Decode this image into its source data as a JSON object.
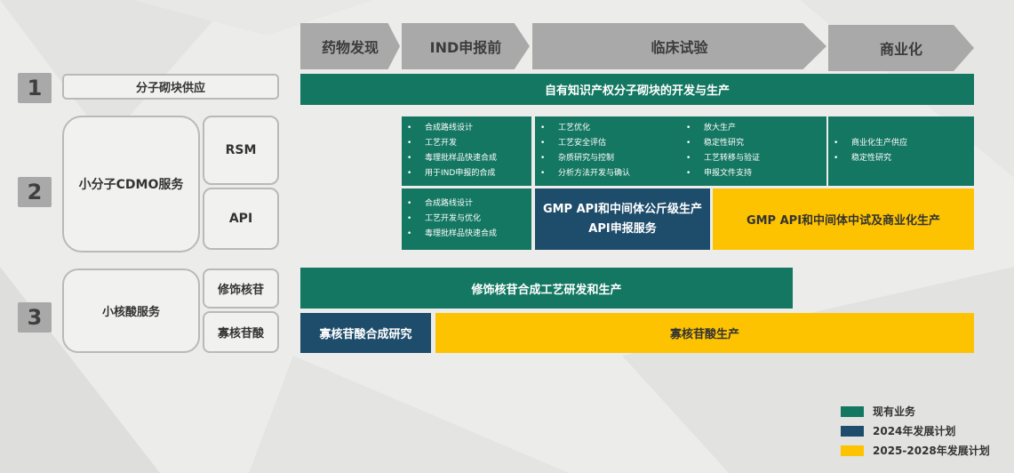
{
  "phases": [
    "药物发现",
    "IND申报前",
    "临床试验",
    "商业化"
  ],
  "rows": [
    {
      "number": "1",
      "label": "分子砌块供应",
      "bar": "自有知识产权分子砌块的开发与生产"
    },
    {
      "number": "2",
      "label": "小分子CDMO服务",
      "sub": [
        "RSM",
        "API"
      ],
      "rsm": {
        "col1": [
          "合成路线设计",
          "工艺开发",
          "毒理批样品快速合成",
          "用于IND申报的合成"
        ],
        "col2a": [
          "工艺优化",
          "工艺安全评估",
          "杂质研究与控制",
          "分析方法开发与确认"
        ],
        "col2b": [
          "放大生产",
          "稳定性研究",
          "工艺转移与验证",
          "申报文件支持"
        ],
        "col3": [
          "商业化生产供应",
          "稳定性研究"
        ]
      },
      "api": {
        "col1": [
          "合成路线设计",
          "工艺开发与优化",
          "毒理批样品快速合成"
        ],
        "navy_line1": "GMP API和中间体公斤级生产",
        "navy_line2": "API申报服务",
        "yellow": "GMP API和中间体中试及商业化生产"
      }
    },
    {
      "number": "3",
      "label": "小核酸服务",
      "sub": [
        "修饰核苷",
        "寡核苷酸"
      ],
      "bar_modified": "修饰核苷合成工艺研发和生产",
      "bar_oligo_navy": "寡核苷酸合成研究",
      "bar_oligo_yellow": "寡核苷酸生产"
    }
  ],
  "legend": [
    {
      "label": "现有业务",
      "color": "#147762"
    },
    {
      "label": "2024年发展计划",
      "color": "#1e4d6b"
    },
    {
      "label": "2025-2028年发展计划",
      "color": "#fdc300"
    }
  ]
}
